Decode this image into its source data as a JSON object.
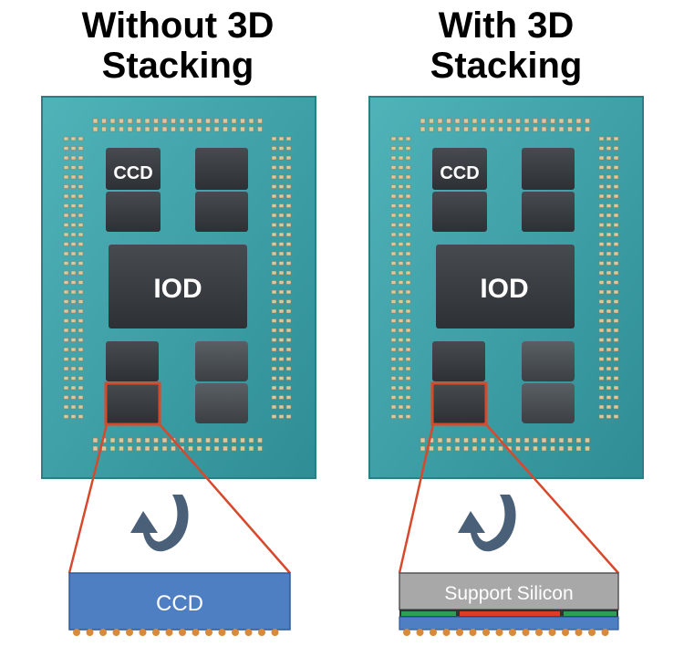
{
  "titles": {
    "left": {
      "line1": "Without 3D",
      "line2": "Stacking"
    },
    "right": {
      "line1": "With 3D",
      "line2": "Stacking"
    }
  },
  "labels": {
    "ccd": "CCD",
    "iod": "IOD",
    "ccd_layer": "CCD",
    "support_silicon": "Support Silicon"
  },
  "colors": {
    "substrate": "#3fa2a8",
    "die": "#3b3f44",
    "highlight": "#d9482b",
    "ccd_layer": "#4f7fc3",
    "support_silicon": "#a8a8a8",
    "arrow": "#4a6079"
  }
}
